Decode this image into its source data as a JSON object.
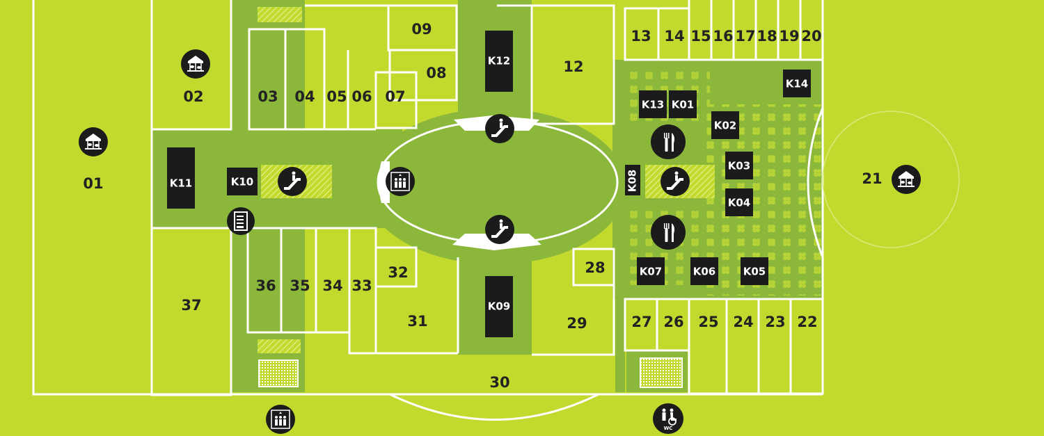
{
  "map": {
    "colors": {
      "background": "#c2da2e",
      "corridor": "#8bb73b",
      "outline": "#ffffff",
      "kiosk": "#1b1b1b",
      "icon_circle": "#1b1b1b",
      "text": "#222222"
    },
    "units": {
      "u01": "01",
      "u02": "02",
      "u03": "03",
      "u04": "04",
      "u05": "05",
      "u06": "06",
      "u07": "07",
      "u08": "08",
      "u09": "09",
      "u12": "12",
      "u13": "13",
      "u14": "14",
      "u15": "15",
      "u16": "16",
      "u17": "17",
      "u18": "18",
      "u19": "19",
      "u20": "20",
      "u21": "21",
      "u22": "22",
      "u23": "23",
      "u24": "24",
      "u25": "25",
      "u26": "26",
      "u27": "27",
      "u28": "28",
      "u29": "29",
      "u30": "30",
      "u31": "31",
      "u32": "32",
      "u33": "33",
      "u34": "34",
      "u35": "35",
      "u36": "36",
      "u37": "37"
    },
    "kiosks": {
      "k01": "K01",
      "k02": "K02",
      "k03": "K03",
      "k04": "K04",
      "k05": "K05",
      "k06": "K06",
      "k07": "K07",
      "k08": "K08",
      "k09": "K09",
      "k10": "K10",
      "k11": "K11",
      "k12": "K12",
      "k13": "K13",
      "k14": "K14"
    },
    "icons": {
      "carousel": "carousel-icon",
      "escalator": "escalator-icon",
      "elevator": "elevator-icon",
      "restaurant": "restaurant-icon",
      "vending": "vending-machine-icon",
      "wc": "wc-icon"
    },
    "wc_label": "WC"
  }
}
